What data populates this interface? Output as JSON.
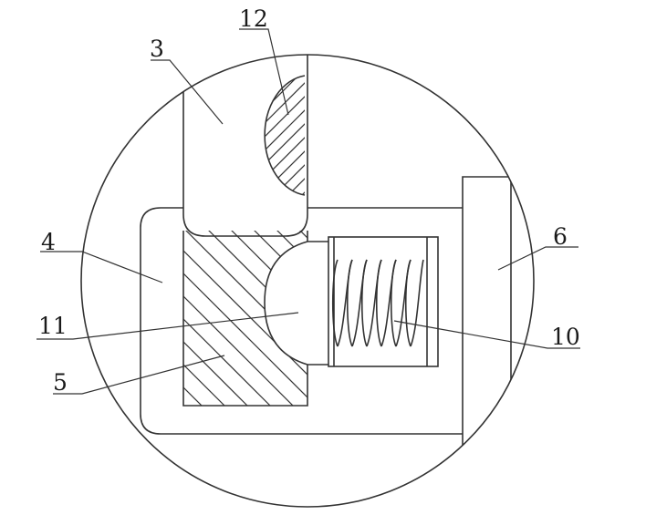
{
  "labels": {
    "part_3": "3",
    "part_4": "4",
    "part_5": "5",
    "part_6": "6",
    "part_10": "10",
    "part_11": "11",
    "part_12": "12"
  },
  "colors": {
    "line": "#333333",
    "background": "#ffffff"
  }
}
